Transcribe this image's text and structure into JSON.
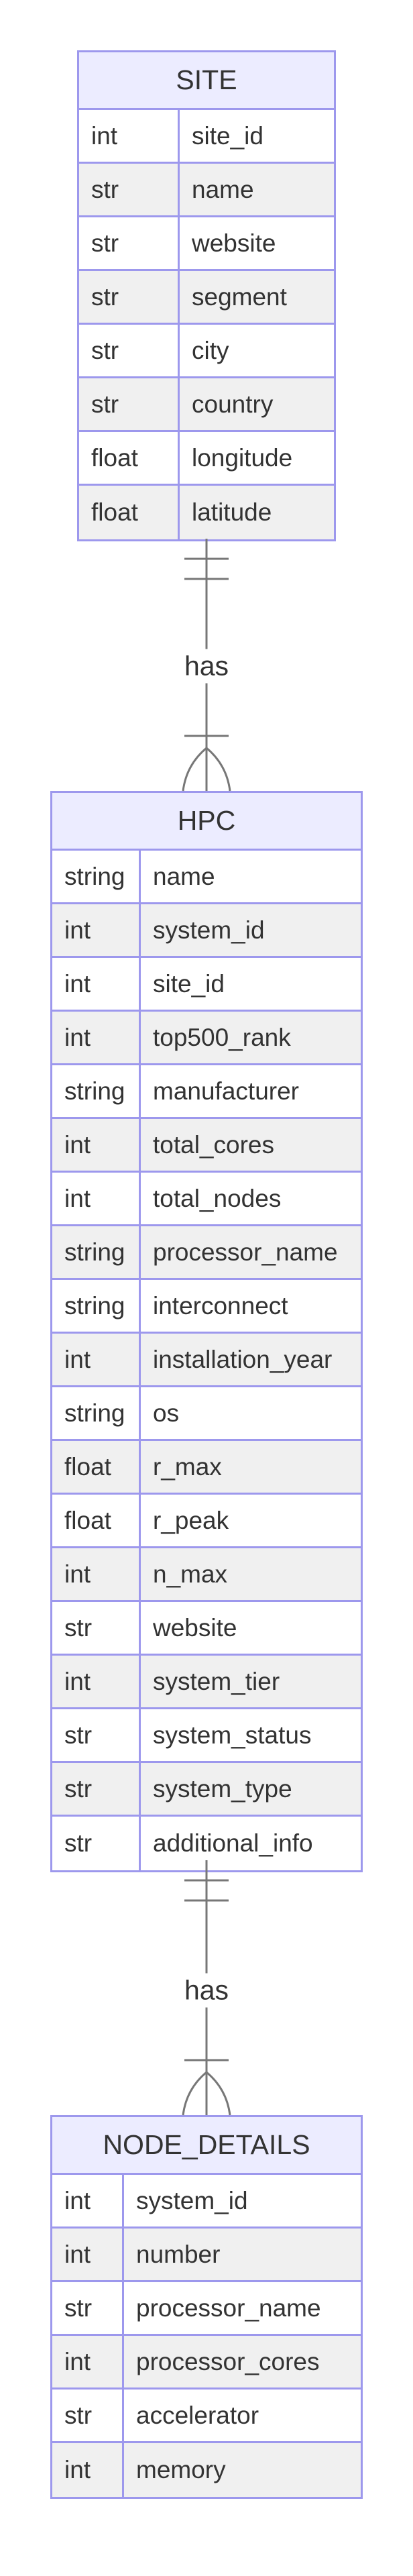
{
  "entities": [
    {
      "name": "SITE",
      "attributes": [
        {
          "type": "int",
          "name": "site_id"
        },
        {
          "type": "str",
          "name": "name"
        },
        {
          "type": "str",
          "name": "website"
        },
        {
          "type": "str",
          "name": "segment"
        },
        {
          "type": "str",
          "name": "city"
        },
        {
          "type": "str",
          "name": "country"
        },
        {
          "type": "float",
          "name": "longitude"
        },
        {
          "type": "float",
          "name": "latitude"
        }
      ]
    },
    {
      "name": "HPC",
      "attributes": [
        {
          "type": "string",
          "name": "name"
        },
        {
          "type": "int",
          "name": "system_id"
        },
        {
          "type": "int",
          "name": "site_id"
        },
        {
          "type": "int",
          "name": "top500_rank"
        },
        {
          "type": "string",
          "name": "manufacturer"
        },
        {
          "type": "int",
          "name": "total_cores"
        },
        {
          "type": "int",
          "name": "total_nodes"
        },
        {
          "type": "string",
          "name": "processor_name"
        },
        {
          "type": "string",
          "name": "interconnect"
        },
        {
          "type": "int",
          "name": "installation_year"
        },
        {
          "type": "string",
          "name": "os"
        },
        {
          "type": "float",
          "name": "r_max"
        },
        {
          "type": "float",
          "name": "r_peak"
        },
        {
          "type": "int",
          "name": "n_max"
        },
        {
          "type": "str",
          "name": "website"
        },
        {
          "type": "int",
          "name": "system_tier"
        },
        {
          "type": "str",
          "name": "system_status"
        },
        {
          "type": "str",
          "name": "system_type"
        },
        {
          "type": "str",
          "name": "additional_info"
        }
      ]
    },
    {
      "name": "NODE_DETAILS",
      "attributes": [
        {
          "type": "int",
          "name": "system_id"
        },
        {
          "type": "int",
          "name": "number"
        },
        {
          "type": "str",
          "name": "processor_name"
        },
        {
          "type": "int",
          "name": "processor_cores"
        },
        {
          "type": "str",
          "name": "accelerator"
        },
        {
          "type": "int",
          "name": "memory"
        }
      ]
    }
  ],
  "relationships": [
    {
      "from": "SITE",
      "to": "HPC",
      "label": "has",
      "from_cardinality": "exactly-one",
      "to_cardinality": "one-or-more"
    },
    {
      "from": "HPC",
      "to": "NODE_DETAILS",
      "label": "has",
      "from_cardinality": "exactly-one",
      "to_cardinality": "one-or-more"
    }
  ],
  "colors": {
    "entity_border": "#9d98ed",
    "entity_header_bg": "#ececff",
    "row_odd_bg": "#ffffff",
    "row_even_bg": "#f0f0f0",
    "text": "#333333",
    "connector": "#777777"
  }
}
